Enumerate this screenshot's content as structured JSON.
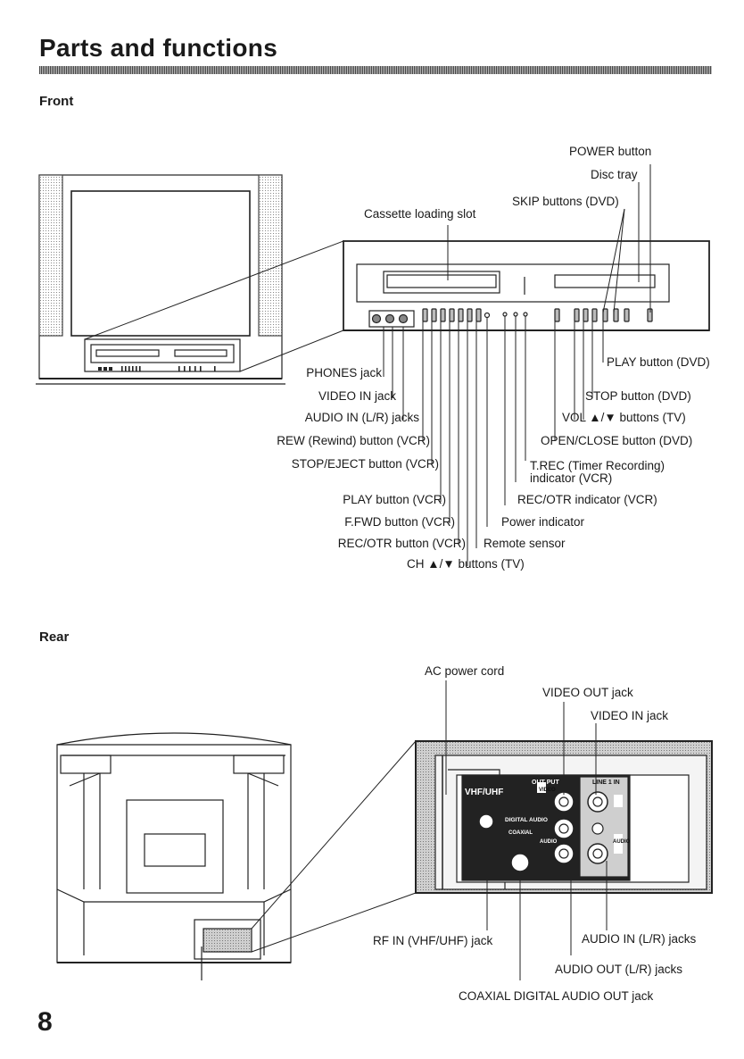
{
  "page": {
    "title": "Parts and functions",
    "number": "8"
  },
  "front": {
    "heading": "Front",
    "labels": {
      "power": "POWER button",
      "disc_tray": "Disc tray",
      "skip": "SKIP buttons (DVD)",
      "cassette_slot": "Cassette loading slot",
      "phones": "PHONES jack",
      "video_in": "VIDEO IN jack",
      "audio_in": "AUDIO IN (L/R) jacks",
      "rew": "REW (Rewind) button (VCR)",
      "stop_eject": "STOP/EJECT button (VCR)",
      "play_vcr": "PLAY button (VCR)",
      "ffwd": "F.FWD button (VCR)",
      "rec_otr_button": "REC/OTR button (VCR)",
      "ch": "CH ▲/▼ buttons (TV)",
      "play_dvd": "PLAY button (DVD)",
      "stop_dvd": "STOP button (DVD)",
      "vol": "VOL ▲/▼ buttons (TV)",
      "open_close": "OPEN/CLOSE button (DVD)",
      "trec_line1": "T.REC (Timer Recording)",
      "trec_line2": "indicator (VCR)",
      "rec_otr_indicator": "REC/OTR indicator (VCR)",
      "power_indicator": "Power indicator",
      "remote_sensor": "Remote sensor"
    }
  },
  "rear": {
    "heading": "Rear",
    "labels": {
      "ac_cord": "AC power cord",
      "video_out": "VIDEO OUT jack",
      "video_in": "VIDEO IN jack",
      "rf_in": "RF IN (VHF/UHF) jack",
      "audio_in": "AUDIO IN (L/R) jacks",
      "audio_out": "AUDIO OUT (L/R) jacks",
      "coaxial": "COAXIAL DIGITAL AUDIO OUT jack"
    },
    "panel_text": {
      "vhf_uhf": "VHF/UHF",
      "out_put": "OUT PUT",
      "line_in": "LINE 1 IN",
      "digital_audio": "DIGITAL AUDIO",
      "coaxial": "COAXIAL",
      "video": "VIDEO",
      "audio": "AUDIO"
    }
  }
}
